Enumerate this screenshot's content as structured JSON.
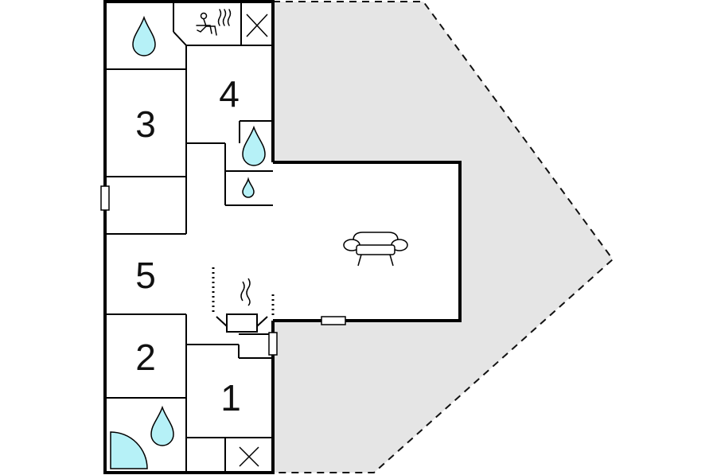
{
  "colors": {
    "wall": "#000000",
    "terrace_fill": "#e5e5e5",
    "water": "#b6f1f7",
    "background": "#ffffff"
  },
  "rooms": [
    {
      "id": "room-3",
      "label": "3"
    },
    {
      "id": "room-4",
      "label": "4"
    },
    {
      "id": "room-5",
      "label": "5"
    },
    {
      "id": "room-2",
      "label": "2"
    },
    {
      "id": "room-1",
      "label": "1"
    }
  ],
  "icons": [
    "water-drop-icon",
    "sauna-icon",
    "storage-cross-icon",
    "sofa-icon",
    "fireplace-icon",
    "door-swing-icon"
  ]
}
